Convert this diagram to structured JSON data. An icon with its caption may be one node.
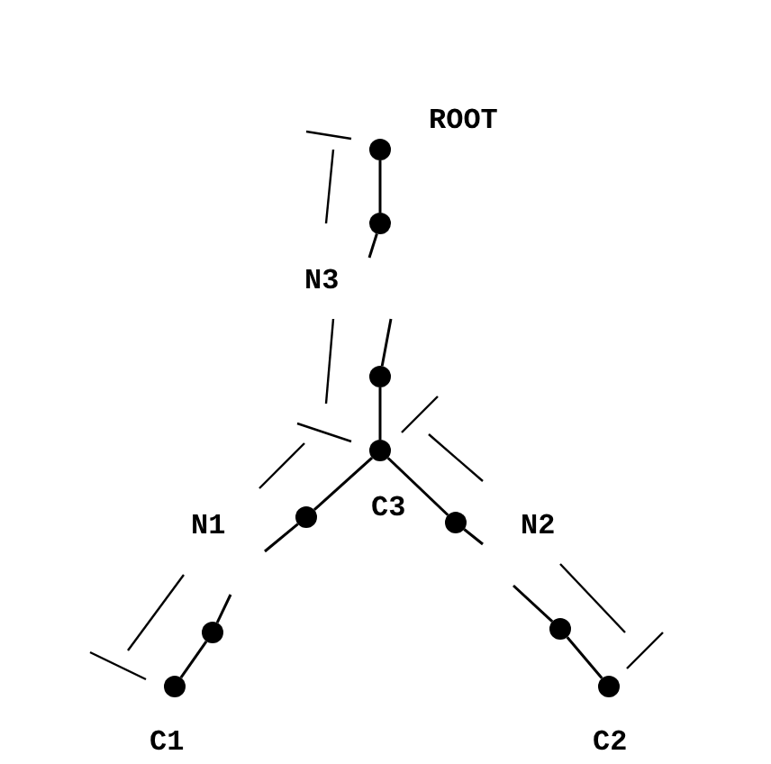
{
  "diagram": {
    "nodes": [
      {
        "text": [],
        "shape": "circle"
      },
      {
        "text": [],
        "shape": "circle"
      },
      {
        "text": [],
        "shape": "circle"
      },
      {
        "text": [],
        "shape": "circle"
      },
      {
        "text": [],
        "shape": "circle"
      },
      {
        "text": [],
        "shape": "circle"
      },
      {
        "text": [],
        "shape": "circle"
      },
      {
        "text": [],
        "shape": "circle"
      },
      {
        "text": [],
        "shape": "circle"
      },
      {
        "text": [],
        "shape": "circle"
      }
    ],
    "edges": [
      {
        "from": 0,
        "to": 1,
        "arrow": "none"
      },
      {
        "from": 1,
        "to": null,
        "arrow": "none"
      },
      {
        "from": 2,
        "to": null,
        "arrow": "none"
      },
      {
        "from": 2,
        "to": 3,
        "arrow": "none"
      },
      {
        "from": 3,
        "to": 4,
        "arrow": "none"
      },
      {
        "from": 3,
        "to": 5,
        "arrow": "none"
      },
      {
        "from": 4,
        "to": null,
        "arrow": "none"
      },
      {
        "from": 5,
        "to": null,
        "arrow": "none"
      },
      {
        "from": 6,
        "to": null,
        "arrow": "none"
      },
      {
        "from": 6,
        "to": 8,
        "arrow": "none"
      },
      {
        "from": 7,
        "to": null,
        "arrow": "none"
      },
      {
        "from": 7,
        "to": 9,
        "arrow": "none"
      }
    ],
    "labels": [
      "ROOT",
      "N3",
      "C3",
      "N1",
      "N2",
      "C1",
      "C2"
    ]
  }
}
